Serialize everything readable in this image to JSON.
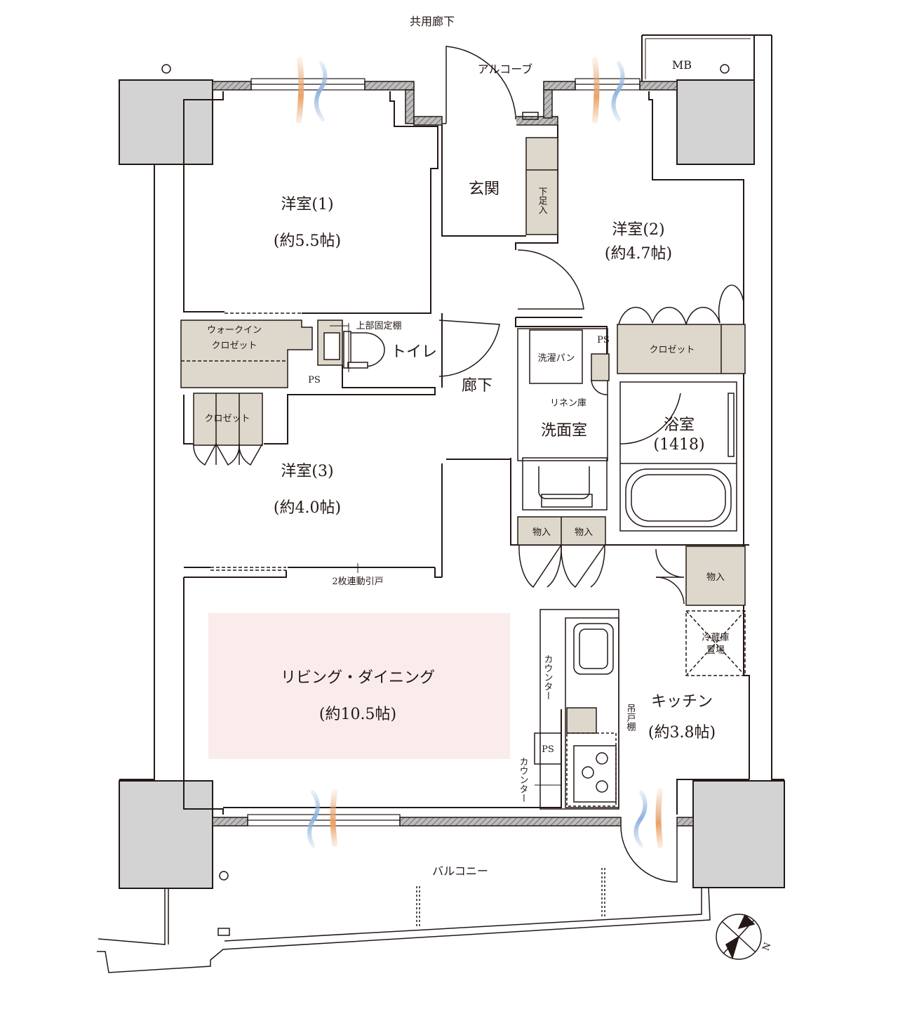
{
  "labels": {
    "corridor_common": "共用廊下",
    "alcove": "アルコーブ",
    "mb": "MB",
    "entrance": "玄関",
    "shoe_storage": "下足入",
    "room1_name": "洋室(1)",
    "room1_size": "(約5.5帖)",
    "room2_name": "洋室(2)",
    "room2_size": "(約4.7帖)",
    "room3_name": "洋室(3)",
    "room3_size": "(約4.0帖)",
    "walkin_closet_1": "ウォークイン",
    "walkin_closet_2": "クロゼット",
    "upper_shelf": "上部固定棚",
    "toilet": "トイレ",
    "ps_1": "PS",
    "ps_2": "PS",
    "ps_3": "PS",
    "closet_room2": "クロゼット",
    "closet_room3": "クロゼット",
    "corridor": "廊下",
    "washing_pan": "洗濯パン",
    "linen": "リネン庫",
    "washroom": "洗面室",
    "bath_name": "浴室",
    "bath_size": "(1418)",
    "storage_1": "物入",
    "storage_2": "物入",
    "storage_3": "物入",
    "sliding_door": "2枚連動引戸",
    "living_name": "リビング・ダイニング",
    "living_size": "(約10.5帖)",
    "counter_1": "カウンター",
    "counter_2": "カウンター",
    "hanging_shelf": "吊戸棚",
    "fridge_1": "冷蔵庫",
    "fridge_2": "置場",
    "kitchen_name": "キッチン",
    "kitchen_size": "(約3.8帖)",
    "balcony": "バルコニー",
    "north": "N"
  },
  "colors": {
    "wall": "#231815",
    "pillar": "#d3d3d3",
    "storage_fill": "#ddd8cb",
    "living_highlight": "#fbecec",
    "warm_air": "#e9a36a",
    "cool_air": "#8fb3dc"
  }
}
